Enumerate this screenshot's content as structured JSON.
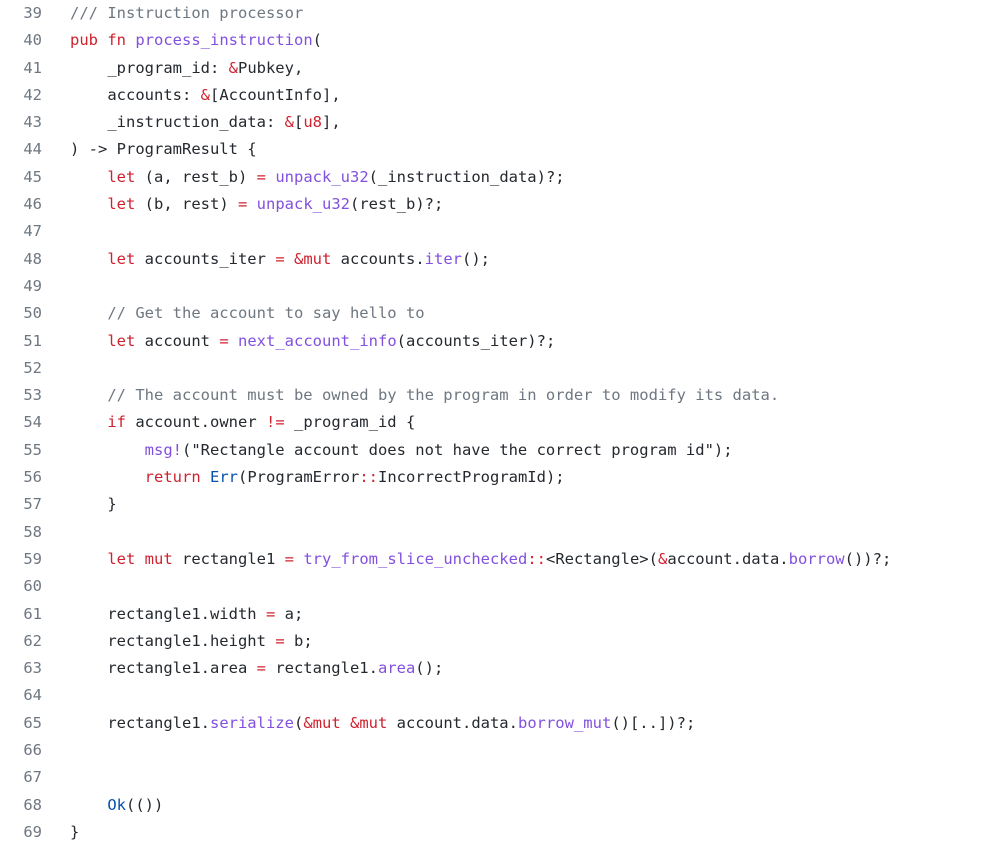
{
  "colors": {
    "comment": "#6e7781",
    "keyword": "#cf222e",
    "function": "#8250df",
    "plain": "#24292f",
    "type": "#0550ae",
    "line_number": "#6e7781",
    "background": "#ffffff"
  },
  "code": {
    "lines": [
      {
        "n": "39",
        "tokens": [
          [
            "cmt",
            "/// Instruction processor"
          ]
        ]
      },
      {
        "n": "40",
        "tokens": [
          [
            "kw",
            "pub"
          ],
          [
            "pl",
            " "
          ],
          [
            "kw",
            "fn"
          ],
          [
            "pl",
            " "
          ],
          [
            "fn",
            "process_instruction"
          ],
          [
            "pl",
            "("
          ]
        ]
      },
      {
        "n": "41",
        "tokens": [
          [
            "pl",
            "    _program_id: "
          ],
          [
            "kw",
            "&"
          ],
          [
            "pl",
            "Pubkey,"
          ]
        ]
      },
      {
        "n": "42",
        "tokens": [
          [
            "pl",
            "    accounts: "
          ],
          [
            "kw",
            "&"
          ],
          [
            "pl",
            "[AccountInfo],"
          ]
        ]
      },
      {
        "n": "43",
        "tokens": [
          [
            "pl",
            "    _instruction_data: "
          ],
          [
            "kw",
            "&"
          ],
          [
            "pl",
            "["
          ],
          [
            "kw",
            "u8"
          ],
          [
            "pl",
            "],"
          ]
        ]
      },
      {
        "n": "44",
        "tokens": [
          [
            "pl",
            ") -> ProgramResult {"
          ]
        ]
      },
      {
        "n": "45",
        "tokens": [
          [
            "pl",
            "    "
          ],
          [
            "kw",
            "let"
          ],
          [
            "pl",
            " (a, rest_b) "
          ],
          [
            "kw",
            "="
          ],
          [
            "pl",
            " "
          ],
          [
            "fn",
            "unpack_u32"
          ],
          [
            "pl",
            "(_instruction_data)?;"
          ]
        ]
      },
      {
        "n": "46",
        "tokens": [
          [
            "pl",
            "    "
          ],
          [
            "kw",
            "let"
          ],
          [
            "pl",
            " (b, rest) "
          ],
          [
            "kw",
            "="
          ],
          [
            "pl",
            " "
          ],
          [
            "fn",
            "unpack_u32"
          ],
          [
            "pl",
            "(rest_b)?;"
          ]
        ]
      },
      {
        "n": "47",
        "tokens": []
      },
      {
        "n": "48",
        "tokens": [
          [
            "pl",
            "    "
          ],
          [
            "kw",
            "let"
          ],
          [
            "pl",
            " accounts_iter "
          ],
          [
            "kw",
            "="
          ],
          [
            "pl",
            " "
          ],
          [
            "kw",
            "&mut"
          ],
          [
            "pl",
            " accounts."
          ],
          [
            "fn",
            "iter"
          ],
          [
            "pl",
            "();"
          ]
        ]
      },
      {
        "n": "49",
        "tokens": []
      },
      {
        "n": "50",
        "tokens": [
          [
            "pl",
            "    "
          ],
          [
            "cmt",
            "// Get the account to say hello to"
          ]
        ]
      },
      {
        "n": "51",
        "tokens": [
          [
            "pl",
            "    "
          ],
          [
            "kw",
            "let"
          ],
          [
            "pl",
            " account "
          ],
          [
            "kw",
            "="
          ],
          [
            "pl",
            " "
          ],
          [
            "fn",
            "next_account_info"
          ],
          [
            "pl",
            "(accounts_iter)?;"
          ]
        ]
      },
      {
        "n": "52",
        "tokens": []
      },
      {
        "n": "53",
        "tokens": [
          [
            "pl",
            "    "
          ],
          [
            "cmt",
            "// The account must be owned by the program in order to modify its data."
          ]
        ]
      },
      {
        "n": "54",
        "tokens": [
          [
            "pl",
            "    "
          ],
          [
            "kw",
            "if"
          ],
          [
            "pl",
            " account.owner "
          ],
          [
            "kw",
            "!="
          ],
          [
            "pl",
            " _program_id {"
          ]
        ]
      },
      {
        "n": "55",
        "tokens": [
          [
            "pl",
            "        "
          ],
          [
            "fn",
            "msg!"
          ],
          [
            "pl",
            "(\"Rectangle account does not have the correct program id\");"
          ]
        ]
      },
      {
        "n": "56",
        "tokens": [
          [
            "pl",
            "        "
          ],
          [
            "kw",
            "return"
          ],
          [
            "pl",
            " "
          ],
          [
            "ty",
            "Err"
          ],
          [
            "pl",
            "(ProgramError"
          ],
          [
            "kw",
            "::"
          ],
          [
            "pl",
            "IncorrectProgramId);"
          ]
        ]
      },
      {
        "n": "57",
        "tokens": [
          [
            "pl",
            "    }"
          ]
        ]
      },
      {
        "n": "58",
        "tokens": []
      },
      {
        "n": "59",
        "tokens": [
          [
            "pl",
            "    "
          ],
          [
            "kw",
            "let"
          ],
          [
            "pl",
            " "
          ],
          [
            "kw",
            "mut"
          ],
          [
            "pl",
            " rectangle1 "
          ],
          [
            "kw",
            "="
          ],
          [
            "pl",
            " "
          ],
          [
            "fn",
            "try_from_slice_unchecked"
          ],
          [
            "kw",
            "::"
          ],
          [
            "pl",
            "<Rectangle>("
          ],
          [
            "kw",
            "&"
          ],
          [
            "pl",
            "account.data."
          ],
          [
            "fn",
            "borrow"
          ],
          [
            "pl",
            "())?;"
          ]
        ]
      },
      {
        "n": "60",
        "tokens": []
      },
      {
        "n": "61",
        "tokens": [
          [
            "pl",
            "    rectangle1.width "
          ],
          [
            "kw",
            "="
          ],
          [
            "pl",
            " a;"
          ]
        ]
      },
      {
        "n": "62",
        "tokens": [
          [
            "pl",
            "    rectangle1.height "
          ],
          [
            "kw",
            "="
          ],
          [
            "pl",
            " b;"
          ]
        ]
      },
      {
        "n": "63",
        "tokens": [
          [
            "pl",
            "    rectangle1.area "
          ],
          [
            "kw",
            "="
          ],
          [
            "pl",
            " rectangle1."
          ],
          [
            "fn",
            "area"
          ],
          [
            "pl",
            "();"
          ]
        ]
      },
      {
        "n": "64",
        "tokens": []
      },
      {
        "n": "65",
        "tokens": [
          [
            "pl",
            "    rectangle1."
          ],
          [
            "fn",
            "serialize"
          ],
          [
            "pl",
            "("
          ],
          [
            "kw",
            "&mut"
          ],
          [
            "pl",
            " "
          ],
          [
            "kw",
            "&mut"
          ],
          [
            "pl",
            " account.data."
          ],
          [
            "fn",
            "borrow_mut"
          ],
          [
            "pl",
            "()[..])?;"
          ]
        ]
      },
      {
        "n": "66",
        "tokens": []
      },
      {
        "n": "67",
        "tokens": []
      },
      {
        "n": "68",
        "tokens": [
          [
            "pl",
            "    "
          ],
          [
            "ty",
            "Ok"
          ],
          [
            "pl",
            "(())"
          ]
        ]
      },
      {
        "n": "69",
        "tokens": [
          [
            "pl",
            "}"
          ]
        ]
      }
    ]
  }
}
